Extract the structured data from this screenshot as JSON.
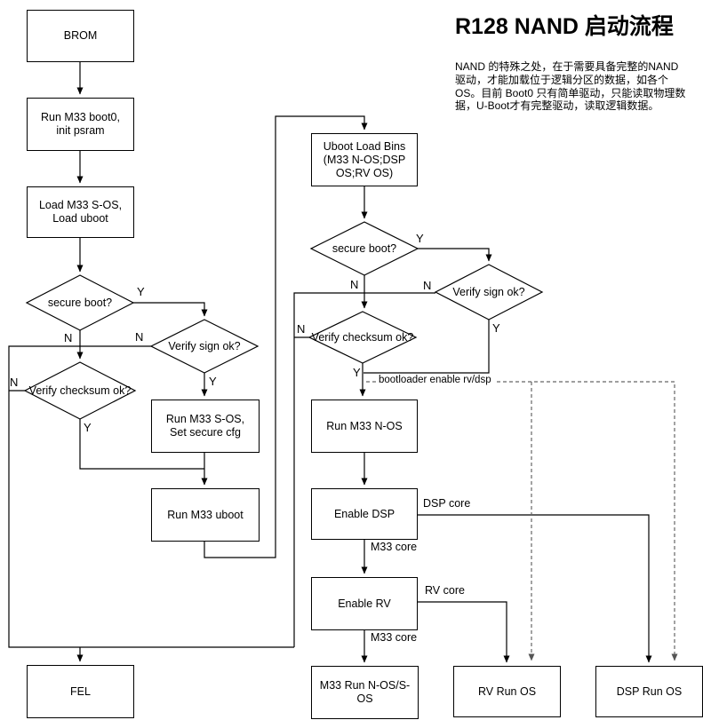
{
  "title": "R128 NAND 启动流程",
  "description": "NAND 的特殊之处，在于需要具备完整的NAND\n驱动，才能加载位于逻辑分区的数据，如各个\nOS。目前 Boot0 只有简单驱动，只能读取物理数\n据，U-Boot才有完整驱动，读取逻辑数据。",
  "nodes": {
    "brom": "BROM",
    "run_boot0": "Run M33 boot0,\ninit psram",
    "load_sos": "Load M33 S-OS,\nLoad uboot",
    "run_sos": "Run M33 S-OS,\nSet secure cfg",
    "run_uboot": "Run M33 uboot",
    "uboot_load_bins": "Uboot Load Bins\n(M33 N-OS;DSP\nOS;RV OS)",
    "run_nos": "Run M33 N-OS",
    "enable_dsp": "Enable DSP",
    "enable_rv": "Enable RV",
    "fel": "FEL",
    "m33_run": "M33 Run N-OS/S-OS",
    "rv_run": "RV Run OS",
    "dsp_run": "DSP Run OS"
  },
  "decisions": {
    "secure_boot_left": "secure boot?",
    "verify_sign_left": "Verify sign ok?",
    "verify_checksum_left": "Verify checksum ok?",
    "secure_boot_right": "secure boot?",
    "verify_sign_right": "Verify sign ok?",
    "verify_checksum_right": "Verify checksum ok?"
  },
  "edge_labels": {
    "sb1_y": "Y",
    "sb1_n": "N",
    "vs1_n": "N",
    "vs1_y": "Y",
    "vc1_n": "N",
    "vc1_y": "Y",
    "sb2_y": "Y",
    "sb2_n": "N",
    "vs2_n": "N",
    "vs2_y": "Y",
    "vc2_n": "N",
    "vc2_y": "Y",
    "dsp_core": "DSP core",
    "m33_core_1": "M33 core",
    "rv_core": "RV core",
    "m33_core_2": "M33 core",
    "bootloader": "bootloader enable rv/dsp"
  },
  "colors": {
    "line": "#000000",
    "dashed_line": "#666666",
    "background": "#ffffff",
    "text": "#000000"
  }
}
